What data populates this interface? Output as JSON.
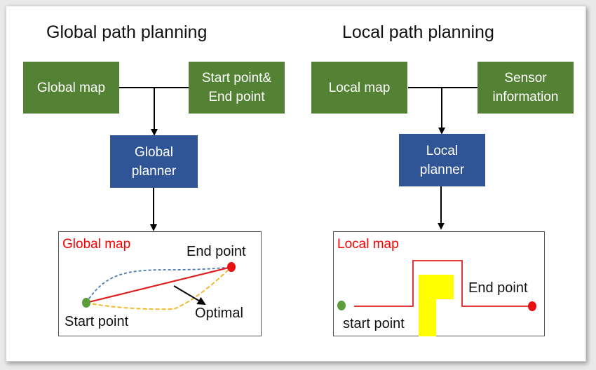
{
  "global": {
    "title": "Global path planning",
    "map_input": "Global map",
    "points_input": "Start point&\nEnd point",
    "planner": "Global\nplanner",
    "map_title": "Global map",
    "end_label": "End point",
    "start_label": "Start point",
    "optimal_label": "Optimal"
  },
  "local": {
    "title": "Local path planning",
    "map_input": "Local map",
    "sensor_input": "Sensor\ninformation",
    "planner": "Local\nplanner",
    "map_title": "Local map",
    "end_label": "End point",
    "start_label": "start point"
  },
  "colors": {
    "input_box": "#548235",
    "planner_box": "#2f5597",
    "map_title": "#ff0000",
    "optimal_path": "#e02020",
    "alt_path_blue": "#4a7ab5",
    "alt_path_yellow": "#f2b21c",
    "start_marker": "#5a9e3a",
    "end_marker": "#e81010",
    "obstacle": "#ffff00"
  }
}
